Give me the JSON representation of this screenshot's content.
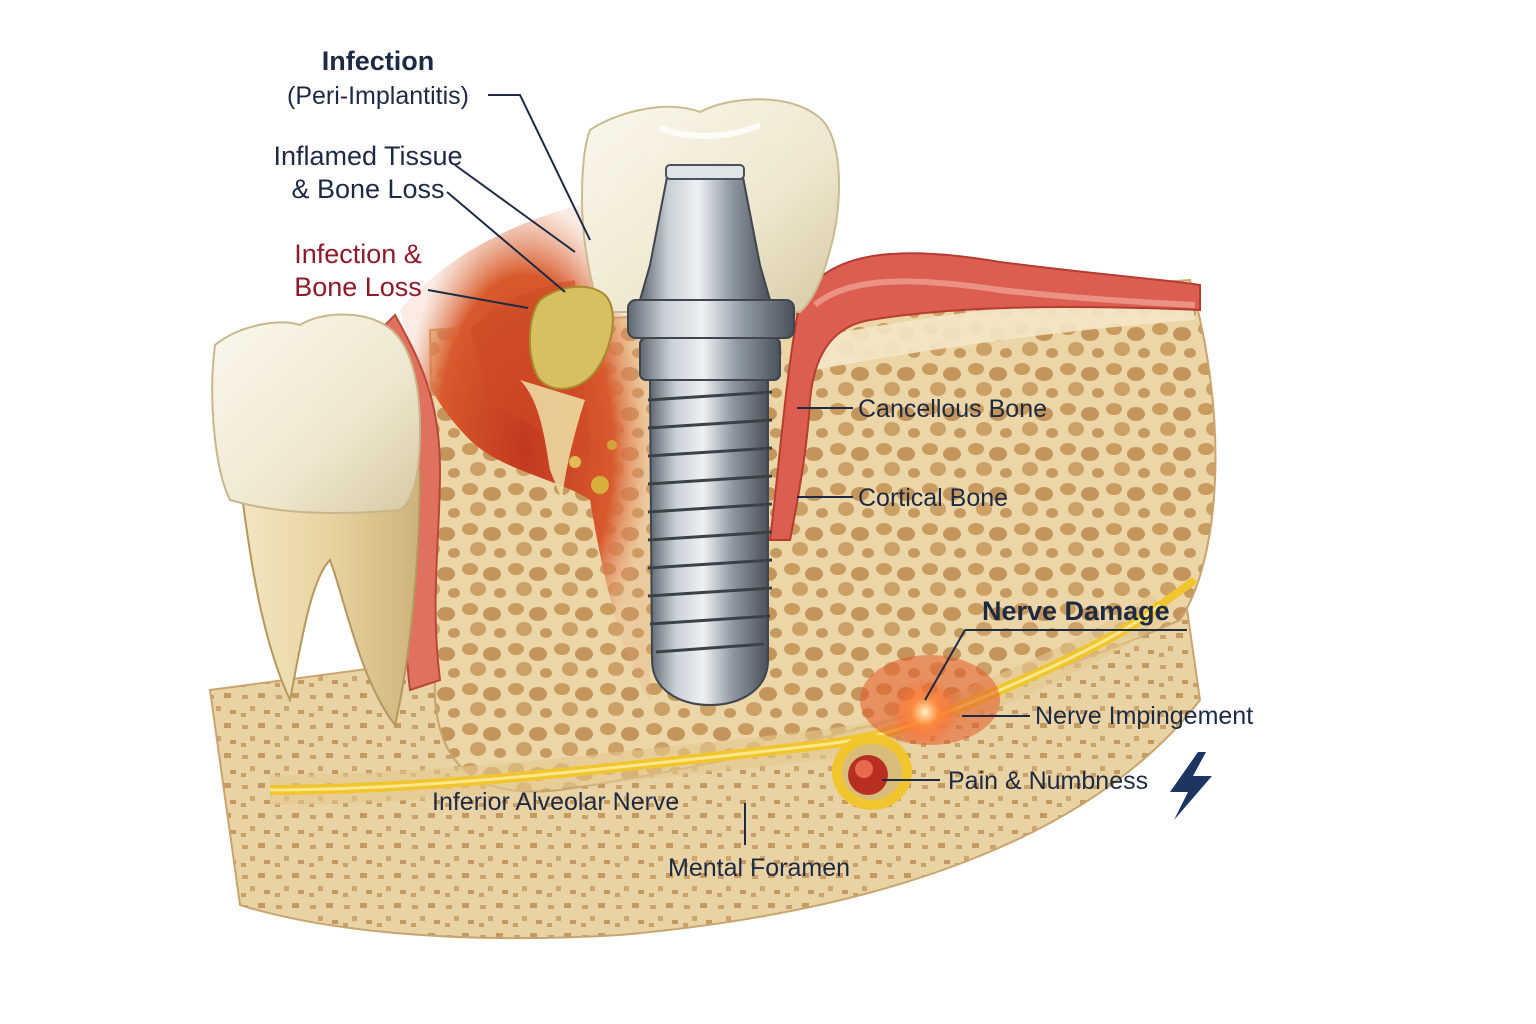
{
  "labels": {
    "infection_title": "Infection",
    "infection_sub": "(Peri-Implantitis)",
    "inflamed_line1": "Inflamed Tissue",
    "inflamed_line2": "& Bone Loss",
    "infection_bone_line1": "Infection &",
    "infection_bone_line2": "Bone Loss",
    "cancellous_bone": "Cancellous Bone",
    "cortical_bone": "Cortical Bone",
    "nerve_damage": "Nerve Damage",
    "nerve_impingement": "Nerve Impingement",
    "pain_numbness": "Pain & Numbness",
    "inferior_alveolar_nerve": "Inferior Alveolar Nerve",
    "mental_foramen": "Mental Foramen"
  },
  "icons": {
    "pain": "lightning-bolt-icon"
  },
  "colors": {
    "label_dark": "#1d2a44",
    "label_red": "#8e1a2a",
    "gum": "#d9544a",
    "bone": "#ecd7ac",
    "nerve": "#f1c530",
    "implant": "#9aa3ad",
    "infection": "#c9a23a"
  }
}
